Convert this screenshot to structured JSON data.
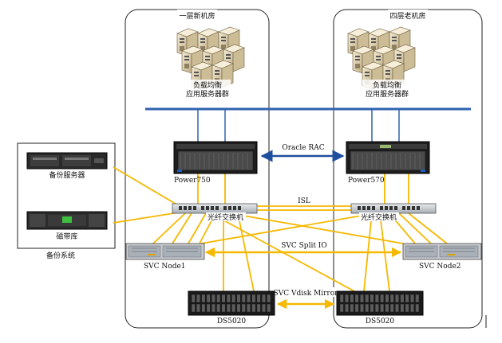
{
  "rooms": {
    "left": {
      "title": "一层新机房"
    },
    "right": {
      "title": "四层老机房"
    }
  },
  "server_groups": {
    "left": {
      "line1": "负载均衡",
      "line2": "应用服务器群"
    },
    "right": {
      "line1": "负载均衡",
      "line2": "应用服务器群"
    }
  },
  "servers": {
    "left": "Power750",
    "right": "Power570"
  },
  "switches": {
    "left": "光纤交换机",
    "right": "光纤交换机"
  },
  "svc_nodes": {
    "left": "SVC Node1",
    "right": "SVC Node2"
  },
  "storage": {
    "left": "DS5020",
    "right": "DS5020"
  },
  "links": {
    "oracle_rac": "Oracle RAC",
    "isl": "ISL",
    "svc_split_io": "SVC Split IO",
    "svc_vdisk_mirror": "SVC Vdisk Mirror"
  },
  "backup": {
    "server": "备份服务器",
    "library": "磁带库",
    "system": "备份系统"
  },
  "colors": {
    "fiber": "#f6b800",
    "lan": "#2e62b0",
    "rac_arrow": "#1f4f9c",
    "box_border": "#222222"
  }
}
